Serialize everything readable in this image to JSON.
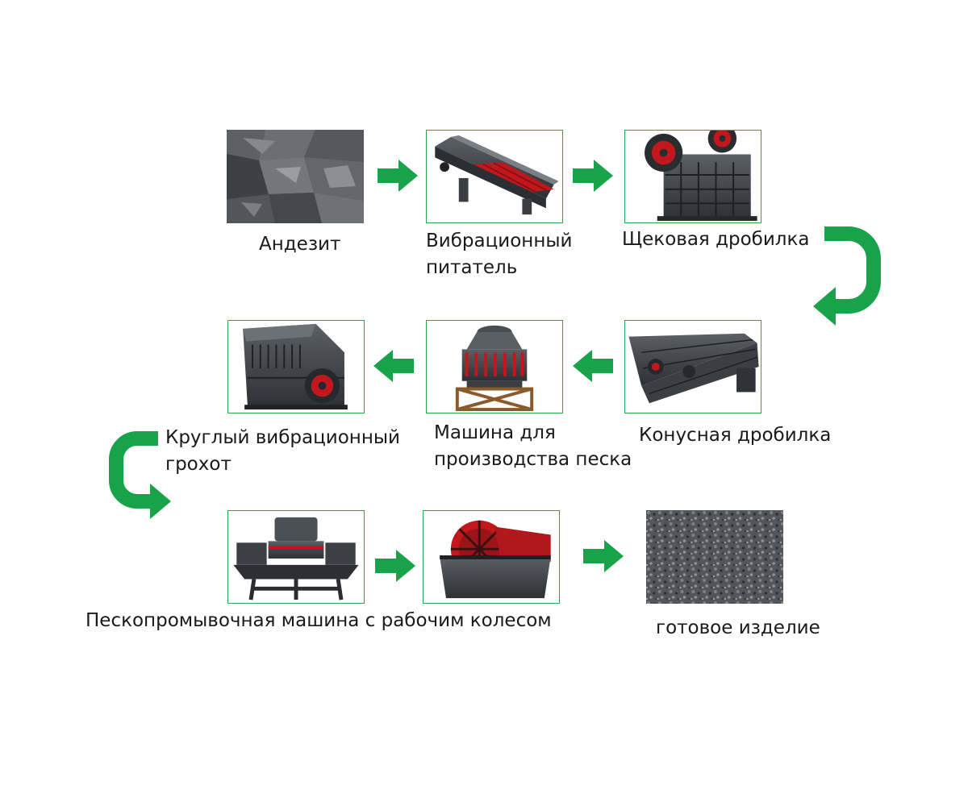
{
  "colors": {
    "arrow": "#18a34a",
    "frame": "#2aa84a",
    "machine_dark": "#3a3d42",
    "machine_red": "#c0181c",
    "label_text": "#1a1a1a"
  },
  "steps": [
    {
      "id": "andesite",
      "label": "Андезит",
      "image": "andesite-rock-photo"
    },
    {
      "id": "vibrating-feeder",
      "label": "Вибрационный питатель",
      "label_lines": [
        "Вибрационный",
        "питатель"
      ],
      "image": "vibrating-feeder-machine"
    },
    {
      "id": "jaw-crusher",
      "label": "Щековая дробилка",
      "image": "jaw-crusher-machine"
    },
    {
      "id": "cone-crusher",
      "label": "Конусная дробилка",
      "image": "vibrating-screen-machine"
    },
    {
      "id": "sand-making-machine",
      "label": "Машина для производства песка",
      "label_lines": [
        "Машина для",
        "производства песка"
      ],
      "image": "cone-crusher-machine"
    },
    {
      "id": "circular-vibrating-screen",
      "label": "Круглый вибрационный грохот",
      "label_lines": [
        "Круглый вибрационный",
        "грохот"
      ],
      "image": "impact-crusher-machine"
    },
    {
      "id": "sand-making-unit",
      "label": "",
      "image": "vsi-sand-maker-machine"
    },
    {
      "id": "wheel-sand-washer",
      "label": "Пескопромывочная машина с рабочим колесом",
      "image": "wheel-sand-washer-machine"
    },
    {
      "id": "finished-product",
      "label": "готовое изделие",
      "image": "finished-gravel-photo"
    }
  ],
  "arrows": [
    {
      "from": "andesite",
      "to": "vibrating-feeder",
      "icon": "right-arrow-icon"
    },
    {
      "from": "vibrating-feeder",
      "to": "jaw-crusher",
      "icon": "right-arrow-icon"
    },
    {
      "from": "jaw-crusher",
      "to": "cone-crusher",
      "icon": "u-turn-arrow-icon"
    },
    {
      "from": "cone-crusher",
      "to": "sand-making-machine",
      "icon": "left-arrow-icon"
    },
    {
      "from": "sand-making-machine",
      "to": "circular-vibrating-screen",
      "icon": "left-arrow-icon"
    },
    {
      "from": "circular-vibrating-screen",
      "to": "sand-making-unit",
      "icon": "u-turn-arrow-icon"
    },
    {
      "from": "sand-making-unit",
      "to": "wheel-sand-washer",
      "icon": "right-arrow-icon"
    },
    {
      "from": "wheel-sand-washer",
      "to": "finished-product",
      "icon": "right-arrow-icon"
    }
  ]
}
